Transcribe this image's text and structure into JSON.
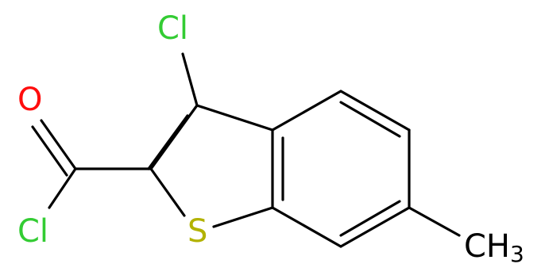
{
  "molecule": {
    "atoms": {
      "cl_top": {
        "text": "Cl",
        "color": "#33cc33"
      },
      "oxygen": {
        "text": "O",
        "color": "#ff0d0d"
      },
      "cl_left": {
        "text": "Cl",
        "color": "#33cc33"
      },
      "sulfur": {
        "text": "S",
        "color": "#b2b200"
      },
      "methyl": {
        "text": "CH",
        "subscript": "3",
        "color": "#000000"
      }
    },
    "bond_color": "#000000"
  }
}
